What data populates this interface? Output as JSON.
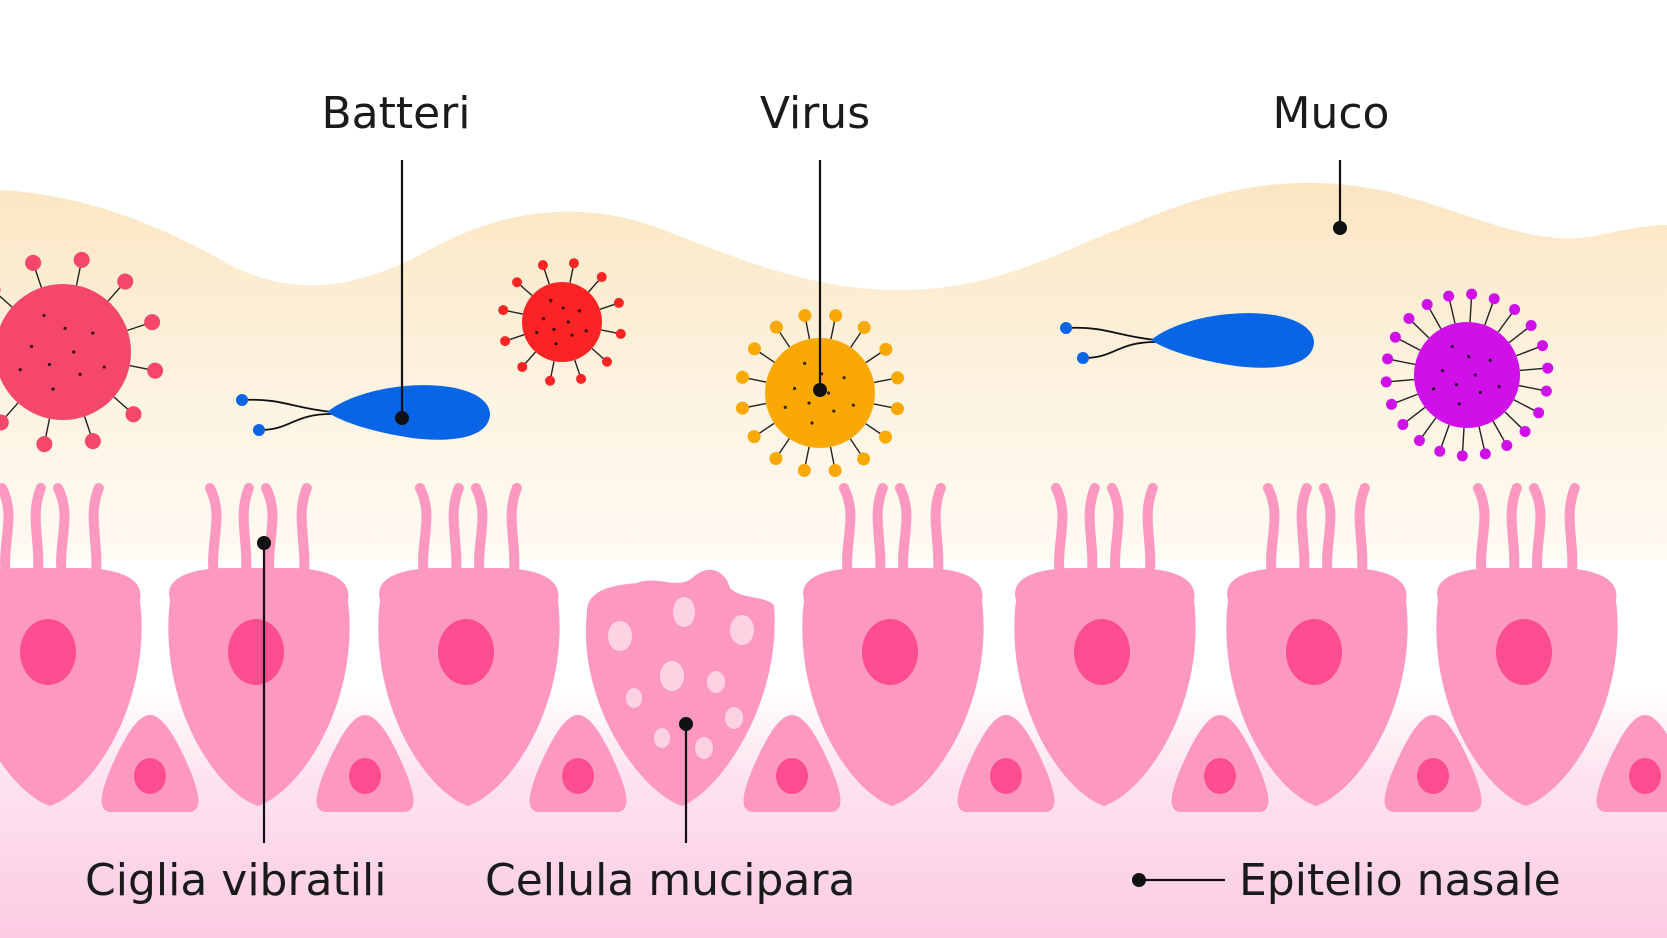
{
  "labels": {
    "bacteria": "Batteri",
    "virus": "Virus",
    "mucus": "Muco",
    "cilia": "Ciglia vibratili",
    "goblet_cell": "Cellula mucipara",
    "epithelium": "Epitelio nasale"
  },
  "colors": {
    "mucus": "#fbe9c8",
    "epithelium_cell": "#fd98c1",
    "nucleus": "#fc4d91",
    "basal_layer": "#fccbe3",
    "bacterium": "#0866e6",
    "virus_pink": "#f5476a",
    "virus_red": "#fb2424",
    "virus_orange": "#faa904",
    "virus_purple": "#cf10e8",
    "leader_line": "#111111"
  }
}
